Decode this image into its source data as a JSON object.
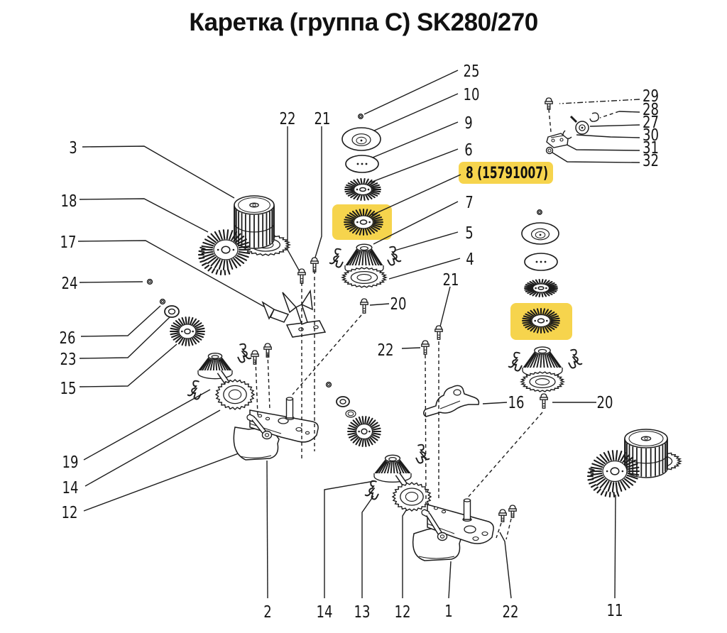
{
  "title": "Каретка (группа C) SK280/270",
  "highlight": {
    "color": "#f6d44d",
    "part8_label": "8 (15791007)"
  },
  "callouts": {
    "c25": "25",
    "c10": "10",
    "c9": "9",
    "c6": "6",
    "c7": "7",
    "c5": "5",
    "c4": "4",
    "c22a": "22",
    "c21a": "21",
    "c3": "3",
    "c18": "18",
    "c17": "17",
    "c24": "24",
    "c26": "26",
    "c23": "23",
    "c15": "15",
    "c19": "19",
    "c14a": "14",
    "c12a": "12",
    "c20a": "20",
    "c21b": "21",
    "c22b": "22",
    "c16": "16",
    "c20b": "20",
    "c29": "29",
    "c28": "28",
    "c27": "27",
    "c30": "30",
    "c31": "31",
    "c32": "32",
    "c2": "2",
    "c14b": "14",
    "c13": "13",
    "c12b": "12",
    "c1": "1",
    "c22c": "22",
    "c11": "11"
  }
}
